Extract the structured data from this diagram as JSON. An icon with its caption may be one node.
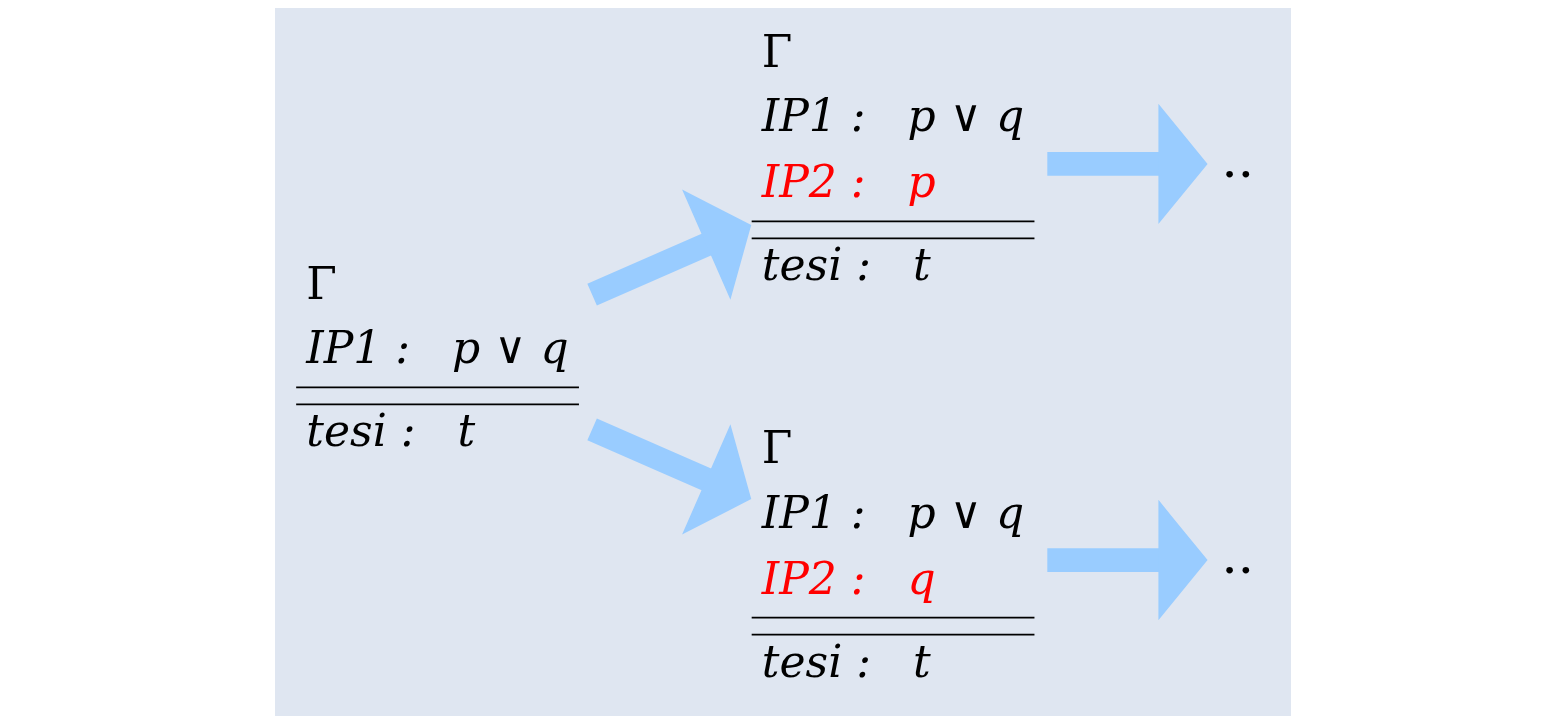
{
  "diagram": {
    "nodes": [
      {
        "text": [
          "Γ",
          "IP1 :   p ∨ q",
          "tesi :   t"
        ]
      },
      {
        "text": [
          "Γ",
          "IP1 :   p ∨ q",
          "IP2 :   p",
          "tesi :   t"
        ]
      },
      {
        "text": [
          "Γ",
          "IP1 :   p ∨ q",
          "IP2 :   q",
          "tesi :   t"
        ]
      },
      {
        "text": [
          ".."
        ]
      },
      {
        "text": [
          ".."
        ]
      }
    ],
    "edges": [
      {
        "from": 0,
        "to": 1,
        "arrow": "to"
      },
      {
        "from": 0,
        "to": 2,
        "arrow": "to"
      },
      {
        "from": 1,
        "to": 3,
        "arrow": "to"
      },
      {
        "from": 2,
        "to": 4,
        "arrow": "to"
      }
    ]
  }
}
